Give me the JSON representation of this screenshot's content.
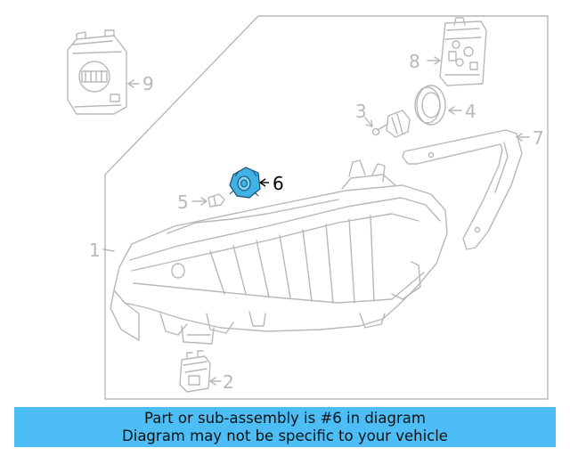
{
  "diagram": {
    "callouts": {
      "part1": "1",
      "part2": "2",
      "part3": "3",
      "part4": "4",
      "part5": "5",
      "part6": "6",
      "part7": "7",
      "part8": "8",
      "part9": "9"
    },
    "highlight_part": "6",
    "colors": {
      "line_gray": "#b8b8b8",
      "highlight_fill": "#3fb3e6",
      "banner_bg": "#4dbdf5",
      "highlight_label": "#000000"
    }
  },
  "banner": {
    "line1": "Part or sub-assembly is #6 in diagram",
    "line2": "Diagram may not be specific to your vehicle"
  }
}
